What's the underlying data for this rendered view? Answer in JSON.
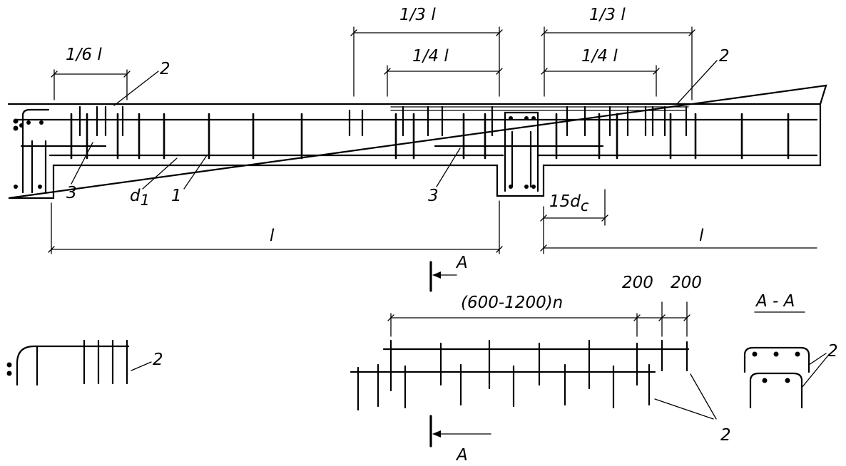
{
  "dims": {
    "sixth_l": "1/6 l",
    "third_l": "1/3 l",
    "quarter_l": "1/4 l",
    "span": "l",
    "anchor": "15d",
    "anchor_sub": "c",
    "spacing": "(600-1200)n",
    "d200": "200"
  },
  "labels": {
    "frame2": "2",
    "cage3": "3",
    "bar1": "1",
    "d1": "d",
    "d1_sub": "1",
    "section_mark": "A",
    "section_title": "A - A"
  }
}
